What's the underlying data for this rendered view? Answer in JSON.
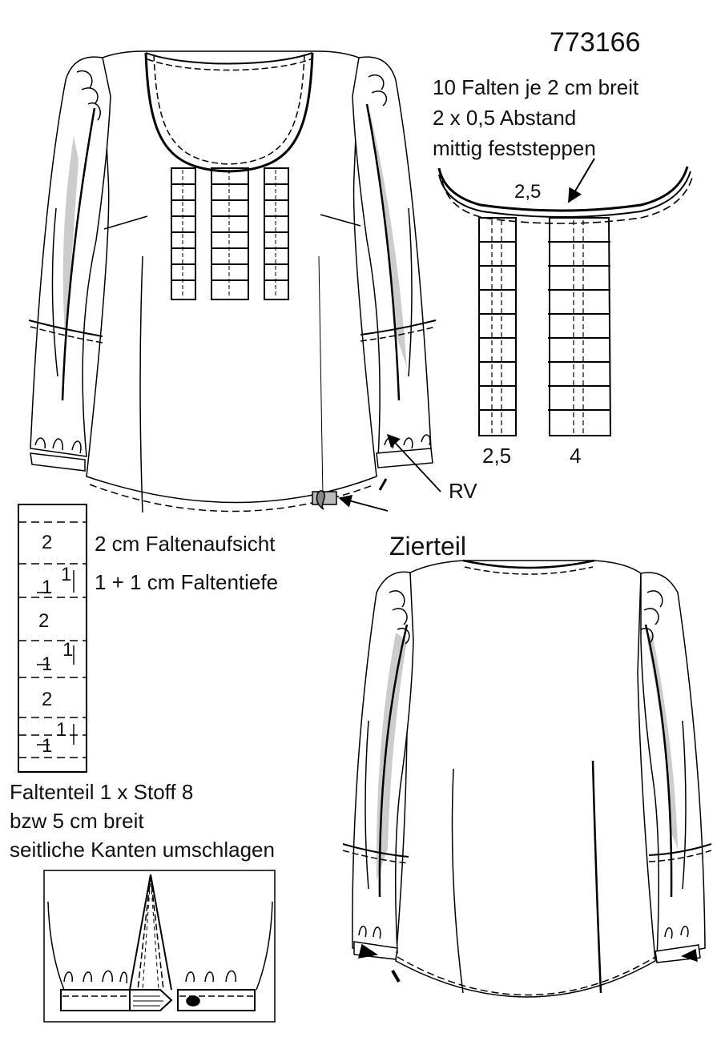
{
  "article_no": "773166",
  "pleat_notes": [
    "10 Falten je 2 cm breit",
    "2 x 0,5 Abstand",
    "mittig feststeppen"
  ],
  "measure_top": "2,5",
  "measure_left": "2,5",
  "measure_right": "4",
  "rv_label": "RV",
  "pleat_view_label": "2 cm Faltenaufsicht",
  "pleat_depth_label": "1 + 1 cm Faltentiefe",
  "decor_label": "Zierteil",
  "fold_strip": [
    "2",
    "1",
    "1",
    "2",
    "1",
    "1",
    "2",
    "1",
    "1"
  ],
  "piece_notes": [
    "Faltenteil 1 x Stoff 8",
    "bzw 5 cm breit",
    "seitliche Kanten umschlagen"
  ]
}
